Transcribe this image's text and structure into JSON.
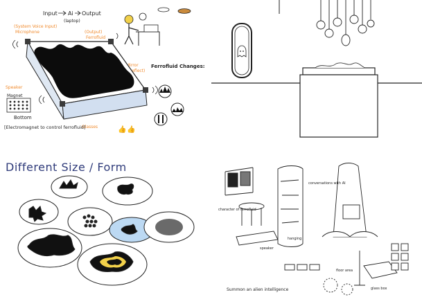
{
  "panel1": {
    "flow_input": "Input",
    "flow_ai": "Ai",
    "flow_output": "Output",
    "flow_laptop": "(laptop)",
    "label_system_voice_input": "(System Voice Input)",
    "label_microphone": "Microphone",
    "label_output": "(Output)",
    "label_ferrofluid": "Ferrofluid",
    "label_mirror": "Mirror",
    "label_reflect": "(Reflect)",
    "label_ferrofluid_changes": "Ferrofluid Changes:",
    "label_bottom": "Bottom",
    "label_electromagnet": "[Electromagnet to control ferrofluid]",
    "label_glasses": "Glasses",
    "label_speaker": "Speaker",
    "label_magnet": "Magnet",
    "icon_color_accent": "#f08a2c",
    "icon_color_person": "#f2d14a"
  },
  "panel2": {},
  "panel3": {
    "title": "Different Size / Form",
    "title_color": "#2f3b7a"
  },
  "panel4": {
    "label_character": "character of ferrofluid",
    "label_speaker": "speaker",
    "label_conversation": "conversations with AI",
    "label_hanging": "hanging",
    "label_glass_box": "glass box",
    "label_floor_area": "floor area",
    "label_summon": "Summon an alien intelligence"
  }
}
